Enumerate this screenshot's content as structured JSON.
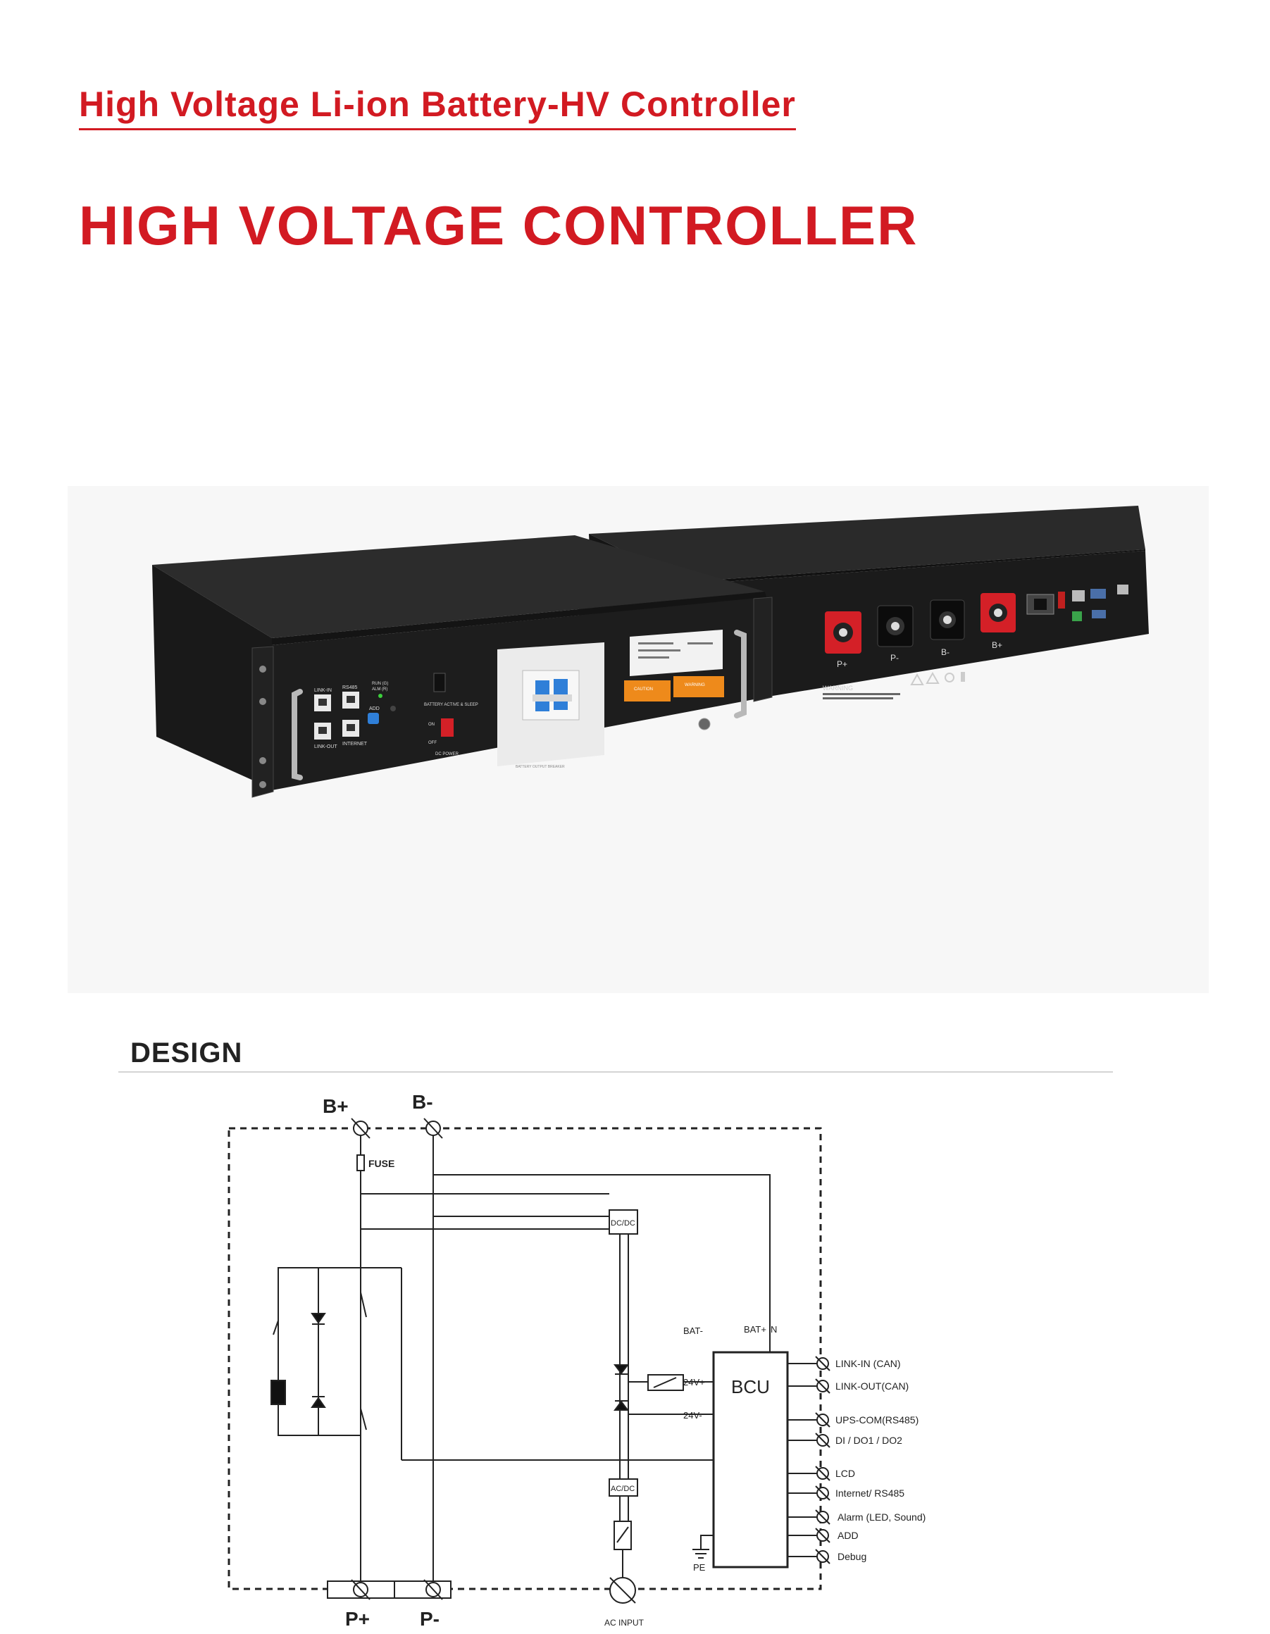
{
  "header": {
    "title": "High Voltage Li-ion Battery-HV Controller"
  },
  "main": {
    "title": "HIGH VOLTAGE CONTROLLER"
  },
  "photo": {
    "front_panel": {
      "port_labels": [
        "LINK-IN",
        "RS485",
        "LINK-OUT",
        "INTERNET"
      ],
      "indicator_labels": [
        "RUN (G)",
        "ALM (R)"
      ],
      "add_label": "ADD",
      "switch_label": "BATTERY ACTIVE & SLEEP",
      "on_label": "ON",
      "off_label": "OFF",
      "dc_power_label": "DC POWER",
      "breaker_label": "BATTERY OUTPUT BREAKER",
      "caution_label": "CAUTION",
      "warning_label": "WARNING"
    },
    "rear_panel": {
      "terminal_labels": [
        "P+",
        "P-",
        "B-",
        "B+"
      ],
      "warning_label": "WARNING"
    }
  },
  "design": {
    "title": "DESIGN",
    "labels": {
      "b_plus": "B+",
      "b_minus": "B-",
      "p_plus": "P+",
      "p_minus": "P-",
      "fuse": "FUSE",
      "dcdc": "DC/DC",
      "acdc": "AC/DC",
      "bcu": "BCU",
      "bat_minus": "BAT-",
      "bat_plus": "BAT+",
      "n": "N",
      "v24_plus": "24V+",
      "v24_minus": "24V-",
      "pe": "PE",
      "ac_input": "AC INPUT"
    },
    "ports": [
      "LINK-IN (CAN)",
      "LINK-OUT(CAN)",
      "UPS-COM(RS485)",
      "DI / DO1 / DO2",
      "LCD",
      "Internet/ RS485",
      "Alarm (LED, Sound)",
      "ADD",
      "Debug"
    ]
  }
}
